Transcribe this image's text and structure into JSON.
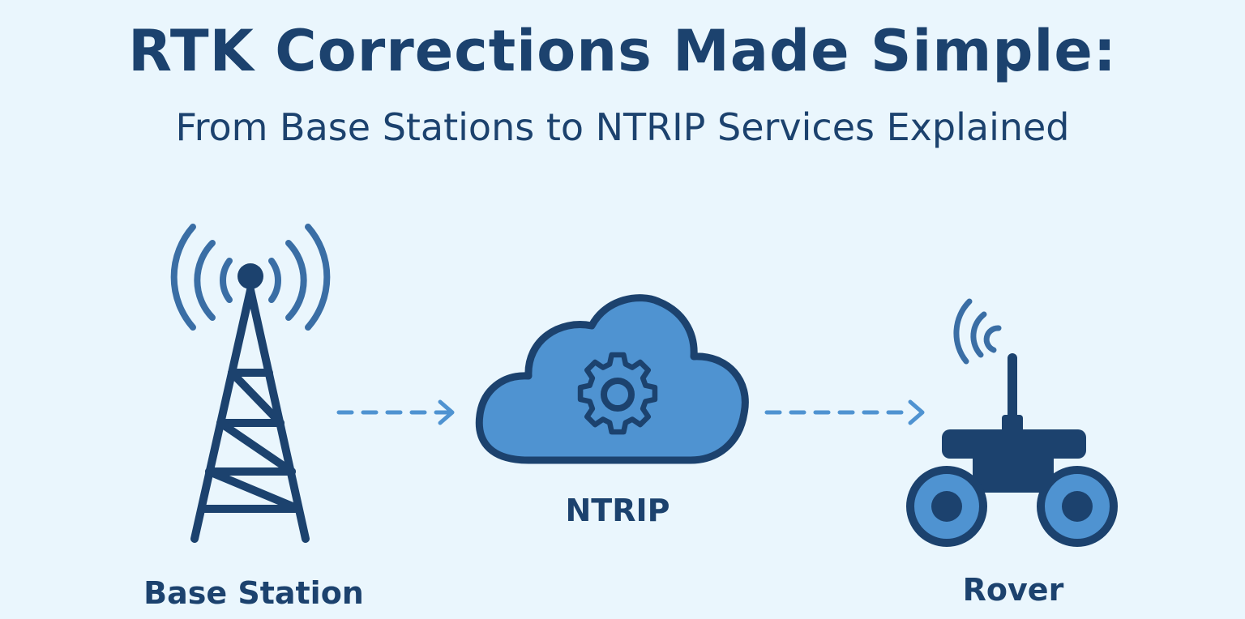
{
  "title": "RTK Corrections Made Simple:",
  "subtitle": "From Base Stations to NTRIP Services Explained",
  "nodes": {
    "base": {
      "label": "Base Station",
      "icon": "radio-tower-icon"
    },
    "ntrip": {
      "label": "NTRIP",
      "icon": "cloud-gear-icon"
    },
    "rover": {
      "label": "Rover",
      "icon": "rover-icon"
    }
  },
  "colors": {
    "background": "#eaf6fd",
    "dark_blue": "#1c426e",
    "mid_blue": "#3a6ea5",
    "light_blue": "#4f93d1"
  }
}
